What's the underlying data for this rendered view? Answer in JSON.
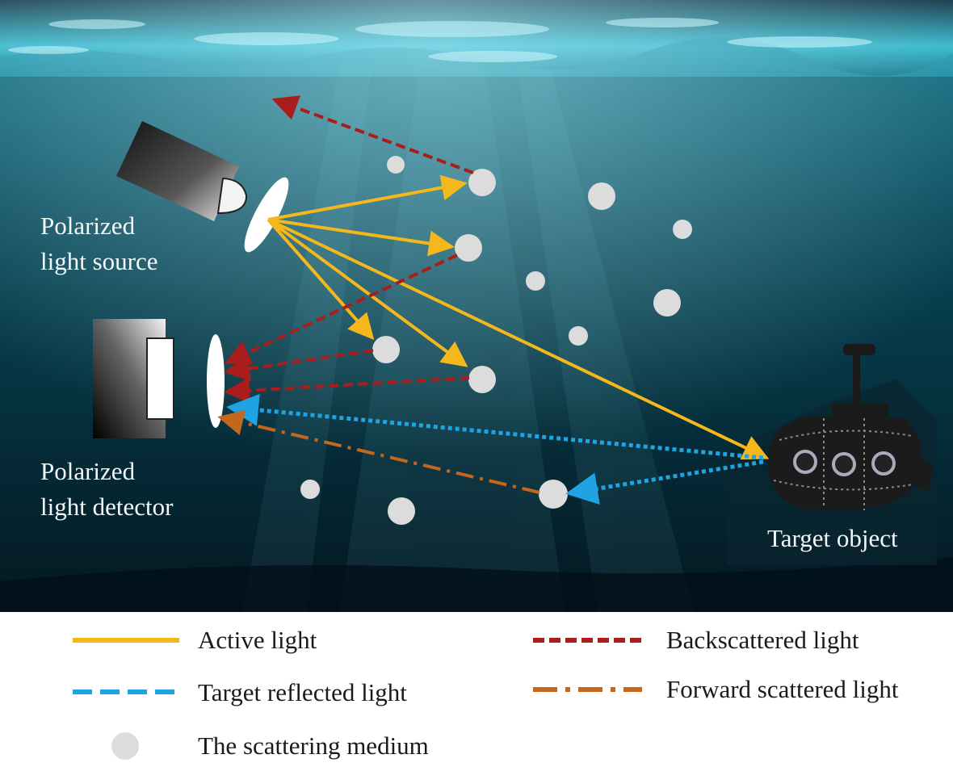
{
  "labels": {
    "source": [
      "Polarized",
      "light source"
    ],
    "detector": [
      "Polarized",
      "light detector"
    ],
    "target": "Target object"
  },
  "legend": {
    "active": "Active light",
    "backscattered": "Backscattered light",
    "target_reflected": "Target reflected light",
    "forward_scattered": "Forward scattered light",
    "medium": "The scattering medium"
  },
  "colors": {
    "active": "#f5b81c",
    "backscattered": "#a91d1d",
    "target_reflected": "#1fa3e3",
    "forward_scattered": "#c2671d",
    "particle": "#dcdcdc",
    "water_top": "#0b5b6e",
    "water_bottom": "#041a26"
  },
  "icons": [
    "light-source-icon",
    "polarizer-icon",
    "detector-icon",
    "submarine-icon",
    "particle-icon"
  ]
}
